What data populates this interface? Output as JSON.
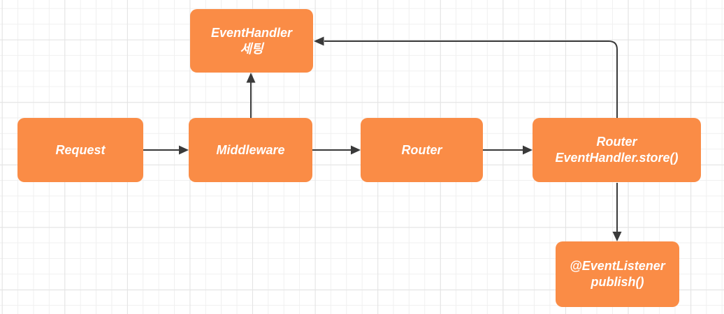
{
  "diagram": {
    "colors": {
      "background": "#FFFFFF",
      "grid_minor": "#F0F0F0",
      "grid_major": "#E3E3E3",
      "node_fill": "#FA8C46",
      "node_text": "#FFFFFF",
      "connector": "#3A3A3A"
    },
    "nodes": {
      "request": {
        "label": "Request"
      },
      "middleware": {
        "label": "Middleware"
      },
      "event_handler_setting": {
        "line1": "EventHandler",
        "line2": "세팅"
      },
      "router": {
        "label": "Router"
      },
      "router_store": {
        "line1": "Router",
        "line2": "EventHandler.store()"
      },
      "event_listener_publish": {
        "line1": "@EventListener",
        "line2": "publish()"
      }
    },
    "edges": [
      {
        "from": "request",
        "to": "middleware"
      },
      {
        "from": "middleware",
        "to": "event_handler_setting"
      },
      {
        "from": "middleware",
        "to": "router"
      },
      {
        "from": "router",
        "to": "router_store"
      },
      {
        "from": "router_store",
        "to": "event_handler_setting"
      },
      {
        "from": "router_store",
        "to": "event_listener_publish"
      }
    ]
  }
}
